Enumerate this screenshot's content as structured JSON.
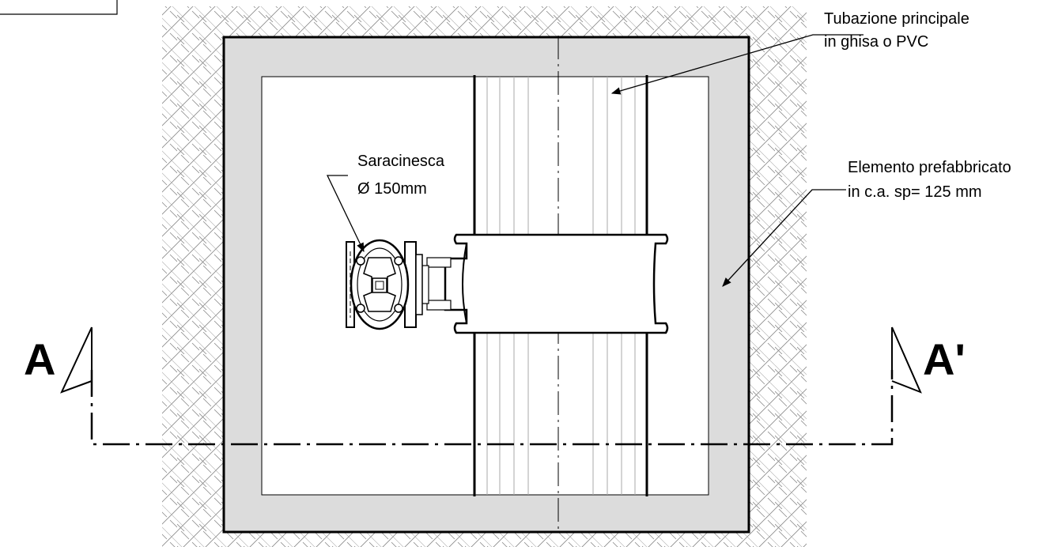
{
  "labels": {
    "pipe_line1": "Tubazione principale",
    "pipe_line2": "in ghisa o PVC",
    "valve_line1": "Saracinesca",
    "valve_line2": "Ø 150mm",
    "element_line1": "Elemento prefabbricato",
    "element_line2": "in c.a. sp= 125 mm",
    "section_left": "A",
    "section_right": "A'"
  },
  "colors": {
    "concrete_fill": "#dcdcdc",
    "interior_fill": "#ffffff",
    "hatch": "#8a8a8a",
    "line": "#000000"
  }
}
